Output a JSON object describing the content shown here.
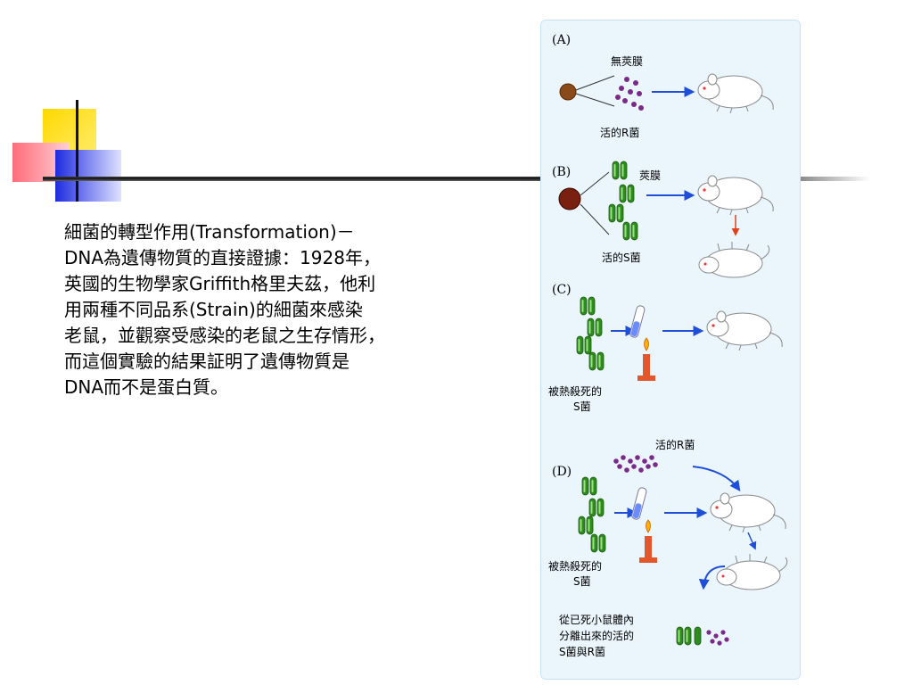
{
  "slide": {
    "body_text": "細菌的轉型作用(Transformation)－\nDNA為遺傳物質的直接證據：1928年，\n英國的生物學家Griffith格里夫茲，他利\n用兩種不同品系(Strain)的細菌來感染\n老鼠，並觀察受感染的老鼠之生存情形，\n而這個實驗的結果証明了遺傳物質是\nDNA而不是蛋白質。"
  },
  "figure": {
    "panels": {
      "A": {
        "letter": "(A)",
        "capsule_label": "無莢膜",
        "bacteria_label": "活的R菌"
      },
      "B": {
        "letter": "(B)",
        "capsule_label": "莢膜",
        "bacteria_label": "活的S菌"
      },
      "C": {
        "letter": "(C)",
        "killed_label_1": "被熱殺死的",
        "killed_label_2": "S菌"
      },
      "D": {
        "letter": "(D)",
        "live_r_label": "活的R菌",
        "killed_label_1": "被熱殺死的",
        "killed_label_2": "S菌"
      }
    },
    "conclusion": {
      "line1": "從已死小鼠體內",
      "line2": "分離出來的活的",
      "line3": "S菌與R菌"
    },
    "colors": {
      "s_bacteria": "#2e8b1e",
      "r_bacteria": "#7a2a8a",
      "arrow": "#1f4fd8",
      "down_arrow": "#e0401a",
      "panel_bg": "#eaf6fc"
    }
  }
}
